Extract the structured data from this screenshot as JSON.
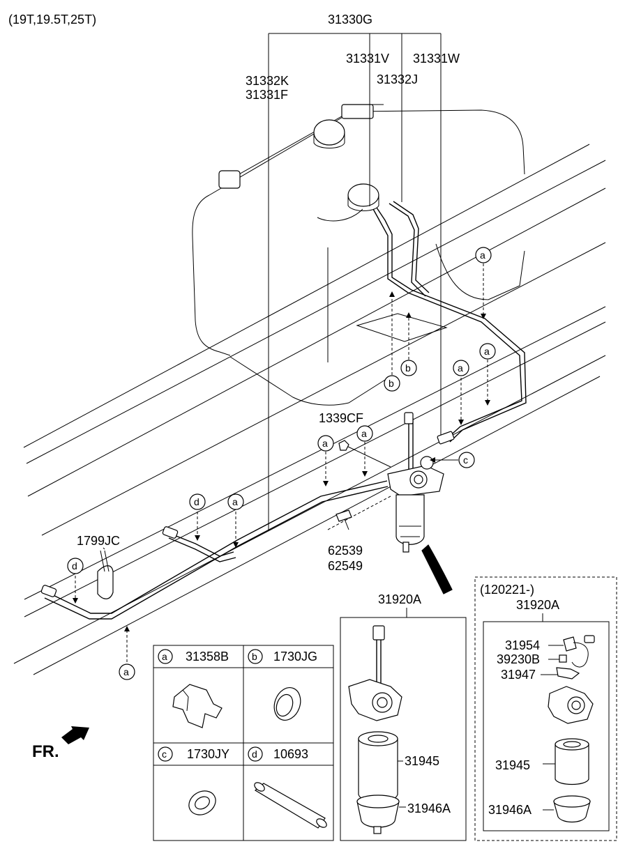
{
  "header": {
    "model_note": "(19T,19.5T,25T)"
  },
  "callouts": {
    "assembly": "31330G",
    "hose_v": "31331V",
    "hose_w": "31331W",
    "hose_j": "31332J",
    "hose_k": "31332K",
    "hose_f": "31331F",
    "bolt_flange": "1339CF",
    "clamp": "1799JC",
    "bolt_1": "62539",
    "bolt_2": "62549",
    "filter_assy": "31920A"
  },
  "markers": {
    "a": "a",
    "b": "b",
    "c": "c",
    "d": "d"
  },
  "legend": [
    {
      "key": "a",
      "part": "31358B"
    },
    {
      "key": "b",
      "part": "1730JG"
    },
    {
      "key": "c",
      "part": "1730JY"
    },
    {
      "key": "d",
      "part": "10693"
    }
  ],
  "filter_box": {
    "title": "31920A",
    "cartridge": "31945",
    "bowl": "31946A"
  },
  "filter_box_new": {
    "date_note": "(120221-)",
    "title": "31920A",
    "sensor": "31954",
    "washer": "39230B",
    "bracket": "31947",
    "cartridge": "31945",
    "bowl": "31946A"
  },
  "front_indicator": "FR."
}
